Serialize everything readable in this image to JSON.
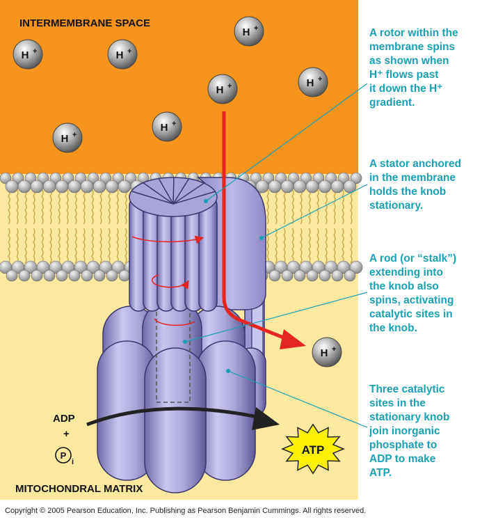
{
  "regions": {
    "intermembrane_space": "INTERMEMBRANE SPACE",
    "matrix": "MITOCHONDRAL MATRIX"
  },
  "ions": {
    "label": "H",
    "charge": "+"
  },
  "substrates": {
    "adp": "ADP",
    "plus": "+",
    "phosphate": "P",
    "phosphate_sub": "i"
  },
  "product": "ATP",
  "captions": [
    "A rotor within the\nmembrane spins\nas shown when\nH⁺ flows past\nit down the H⁺\ngradient.",
    "A stator anchored\nin the membrane\nholds the knob\nstationary.",
    "A rod (or “stalk”)\nextending into\nthe knob also\nspins, activating\ncatalytic sites in\nthe knob.",
    "Three catalytic\nsites in the\nstationary knob\njoin inorganic\nphosphate to\nADP to make\nATP."
  ],
  "copyright": "Copyright © 2005 Pearson Education, Inc. Publishing as Pearson Benjamin Cummings. All rights reserved.",
  "colors": {
    "intermembrane": "#f7941d",
    "matrix": "#fde8a0",
    "enzyme": "#aaa6d8",
    "flow_arrow": "#e52620",
    "caption": "#1aa0b4",
    "atp_star": "#fff200"
  }
}
